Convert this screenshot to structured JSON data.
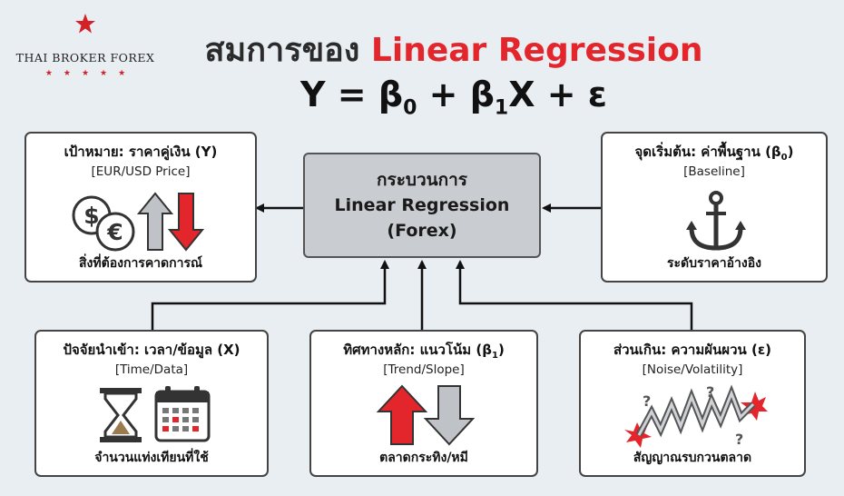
{
  "brand": {
    "name": "THAI BROKER FOREX",
    "stars": "★★★★★"
  },
  "title": {
    "thai": "สมการของ",
    "english": "Linear Regression"
  },
  "equation": {
    "y": "Y = β",
    "s0": "0",
    "plus1": " + β",
    "s1": "1",
    "rest": "X + ε"
  },
  "center": {
    "line1": "กระบวนการ",
    "line2": "Linear Regression",
    "line3": "(Forex)"
  },
  "boxes": {
    "target": {
      "heading": "เป้าหมาย: ราคาคู่เงิน (Y)",
      "sub": "[EUR/USD Price]",
      "footer": "สิ่งที่ต้องการคาดการณ์"
    },
    "baseline": {
      "heading": "จุดเริ่มต้น: ค่าพื้นฐาน (β",
      "heading_sub": "0",
      "heading_end": ")",
      "sub": "[Baseline]",
      "footer": "ระดับราคาอ้างอิง"
    },
    "input": {
      "heading": "ปัจจัยนำเข้า: เวลา/ข้อมูล (X)",
      "sub": "[Time/Data]",
      "footer": "จำนวนแท่งเทียนที่ใช้"
    },
    "trend": {
      "heading": "ทิศทางหลัก: แนวโน้ม (β",
      "heading_sub": "1",
      "heading_end": ")",
      "sub": "[Trend/Slope]",
      "footer": "ตลาดกระทิง/หมี"
    },
    "noise": {
      "heading": "ส่วนเกิน: ความผันผวน (ε)",
      "sub": "[Noise/Volatility]",
      "footer": "สัญญาณรบกวนตลาด"
    }
  },
  "colors": {
    "accent": "#e3262b",
    "gray": "#9a9ea3",
    "background": "#e9eef3"
  }
}
